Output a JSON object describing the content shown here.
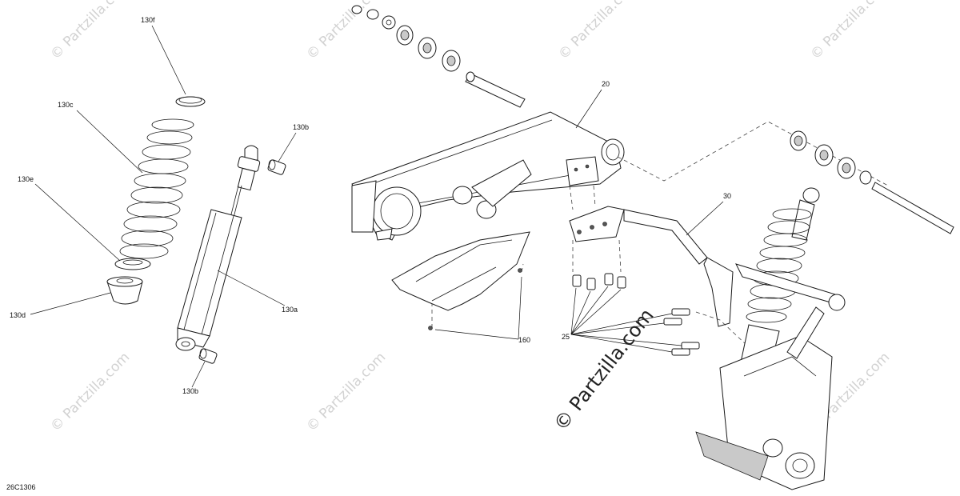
{
  "figure_code": "26C1306",
  "watermark": {
    "text": "© Partzilla.com",
    "center_text": "© Partzilla.com"
  },
  "callouts": {
    "c130f": "130f",
    "c130c": "130c",
    "c130e": "130e",
    "c130d": "130d",
    "c130b_top": "130b",
    "c130b_bottom": "130b",
    "c130a": "130a",
    "c20": "20",
    "c30": "30",
    "c160": "160",
    "c25": "25"
  },
  "colors": {
    "line": "#1a1a1a",
    "watermark": "#d2d2d2",
    "background": "#ffffff"
  }
}
